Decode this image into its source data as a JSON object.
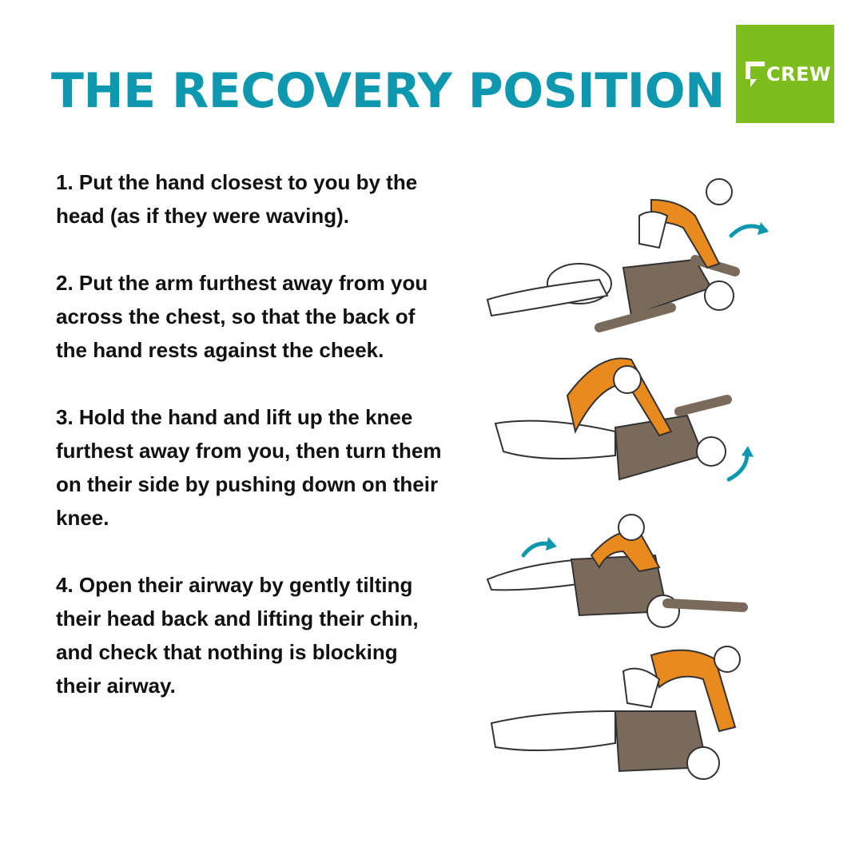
{
  "title": "THE RECOVERY POSITION",
  "logo": {
    "text": "CREW",
    "color": "#7dbd1d"
  },
  "accent_color": "#0e98b0",
  "steps": [
    "1. Put the hand closest to you by the head (as if they were waving).",
    "2. Put the arm furthest away from you across the chest, so that the back of the hand rests against the cheek.",
    "3. Hold the hand and lift up the knee furthest away from you, then turn them on their side by pushing down on their knee.",
    "4. Open their airway by gently tilting their head back and lifting their chin, and check that nothing is blocking their airway."
  ],
  "illustrations": [
    {
      "name": "step-1-illustration",
      "arrow_icon": "curved-arrow-right-icon"
    },
    {
      "name": "step-2-illustration",
      "arrow_icon": "curved-arrow-up-icon"
    },
    {
      "name": "step-3-illustration",
      "arrow_icon": "curved-arrow-right-icon"
    },
    {
      "name": "step-4-illustration"
    }
  ]
}
